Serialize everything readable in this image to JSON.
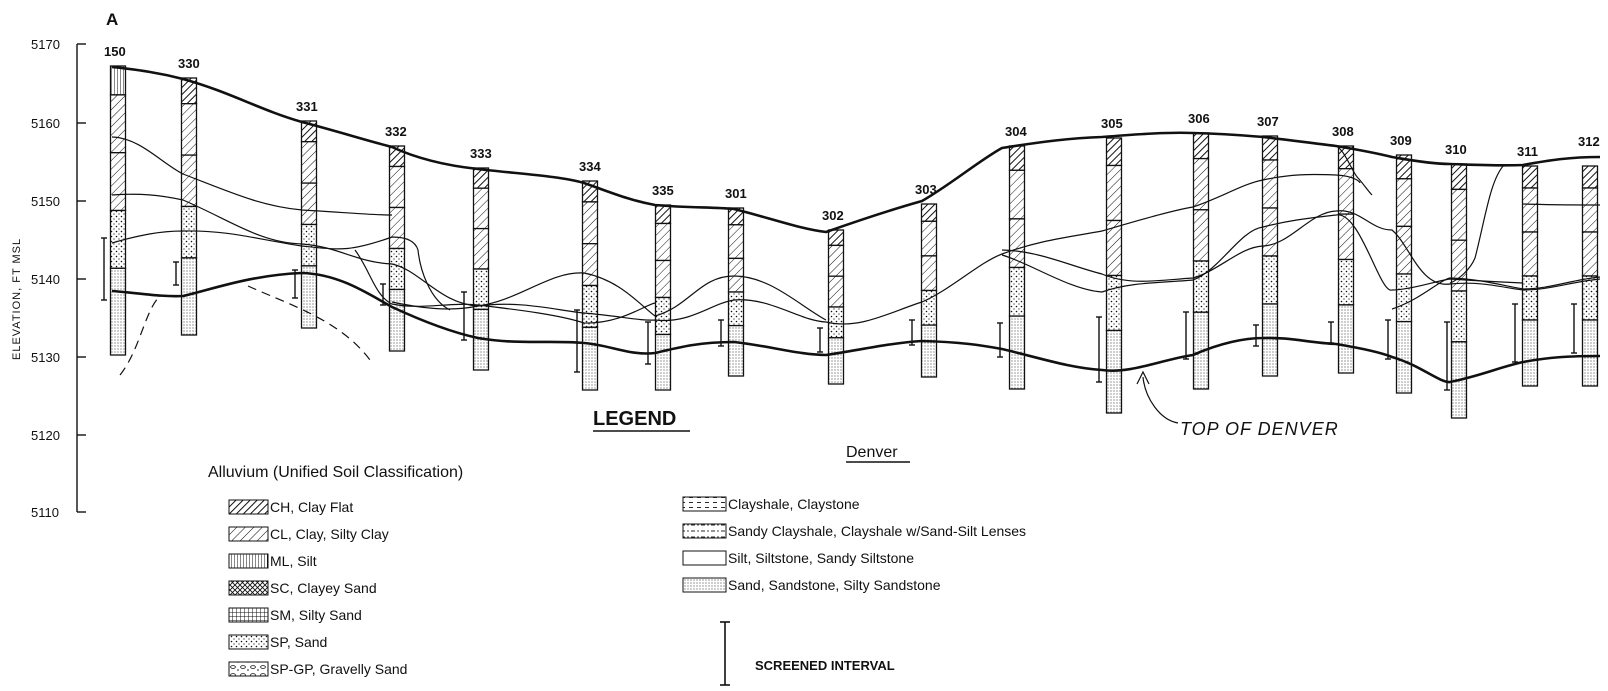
{
  "section_label": "A",
  "axis": {
    "y_title": "ELEVATION, FT MSL",
    "y_ticks": [
      "5170",
      "5160",
      "5150",
      "5140",
      "5130",
      "5120",
      "5110"
    ]
  },
  "wells": [
    "150",
    "330",
    "331",
    "332",
    "333",
    "334",
    "335",
    "301",
    "302",
    "303",
    "304",
    "305",
    "306",
    "307",
    "308",
    "309",
    "310",
    "311",
    "312"
  ],
  "legend": {
    "title": "LEGEND",
    "alluvium_heading": "Alluvium (Unified Soil Classification)",
    "alluvium_items": [
      {
        "label": "CH, Clay Flat",
        "pattern": "dense-hatch-icon"
      },
      {
        "label": "CL, Clay, Silty Clay",
        "pattern": "hatch-icon"
      },
      {
        "label": "ML, Silt",
        "pattern": "vertical-lines-icon"
      },
      {
        "label": "SC, Clayey Sand",
        "pattern": "crosshatch-dots-icon"
      },
      {
        "label": "SM, Silty Sand",
        "pattern": "grid-icon"
      },
      {
        "label": "SP, Sand",
        "pattern": "dots-icon"
      },
      {
        "label": "SP-GP, Gravelly Sand",
        "pattern": "gravel-icon"
      }
    ],
    "bedrock_heading": "Denver",
    "bedrock_items": [
      {
        "label": "Clayshale, Claystone",
        "pattern": "dashes-icon"
      },
      {
        "label": "Sandy Clayshale, Clayshale w/Sand-Silt Lenses",
        "pattern": "dash-dot-icon"
      },
      {
        "label": "Silt, Siltstone, Sandy Siltstone",
        "pattern": "blank-icon"
      },
      {
        "label": "Sand, Sandstone, Silty Sandstone",
        "pattern": "fine-dots-icon"
      }
    ],
    "screened_interval": "SCREENED INTERVAL"
  },
  "annotation": "TOP OF DENVER"
}
